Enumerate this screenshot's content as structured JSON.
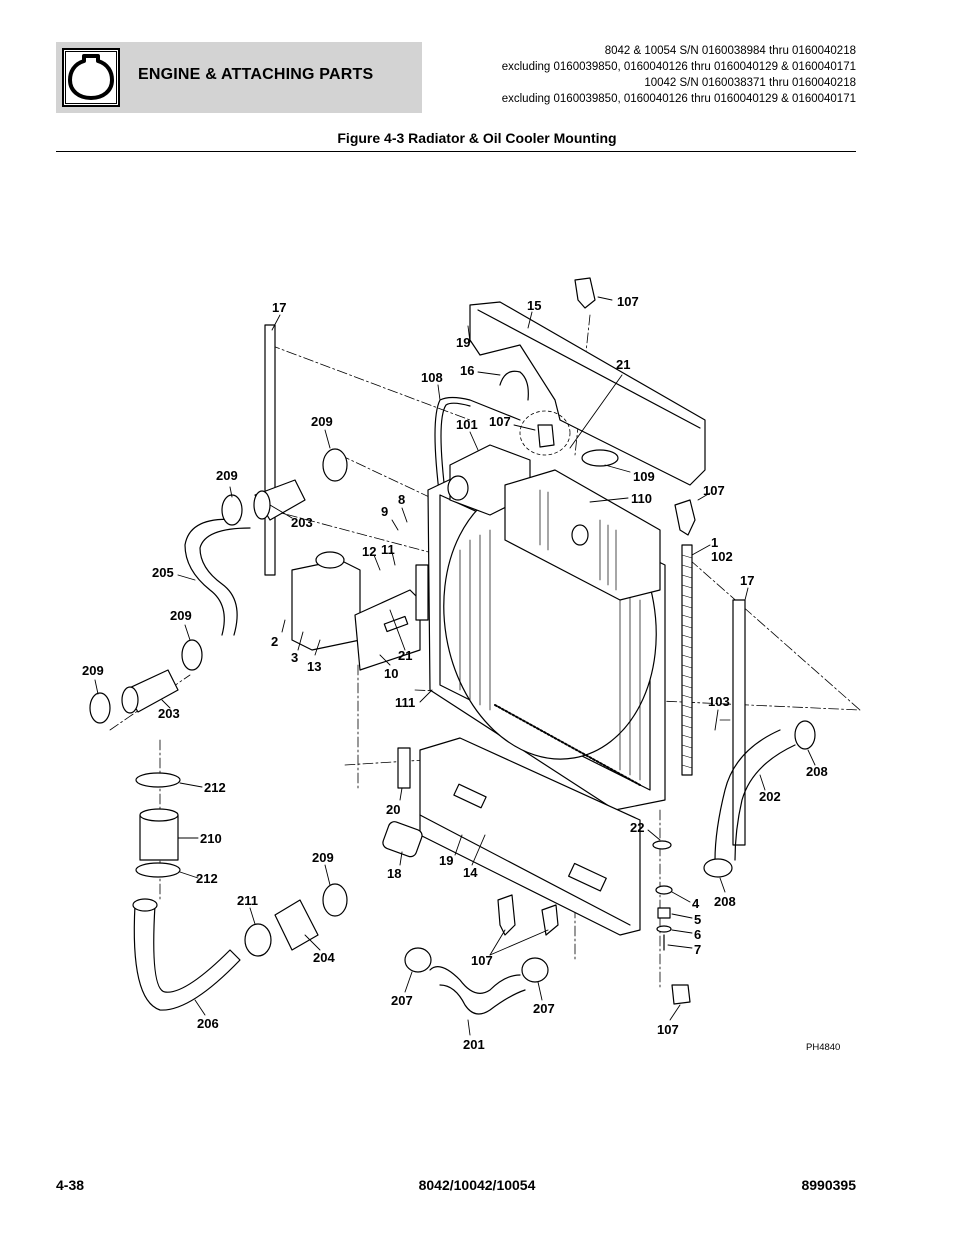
{
  "header": {
    "section_title": "ENGINE & ATTACHING PARTS",
    "icon": "engine-icon",
    "applicability": [
      "8042 & 10054 S/N 0160038984 thru 0160040218",
      "excluding 0160039850, 0160040126 thru 0160040129 & 0160040171",
      "10042 S/N 0160038371 thru 0160040218",
      "excluding 0160039850, 0160040126 thru 0160040129 & 0160040171"
    ]
  },
  "figure": {
    "title": "Figure 4-3 Radiator & Oil Cooler Mounting",
    "image_code": "PH4840",
    "callouts": [
      "17",
      "15",
      "107",
      "19",
      "16",
      "108",
      "21",
      "101",
      "107",
      "109",
      "209",
      "8",
      "110",
      "107",
      "209",
      "9",
      "1",
      "102",
      "12",
      "11",
      "17",
      "203",
      "205",
      "209",
      "2",
      "3",
      "13",
      "21",
      "10",
      "209",
      "111",
      "103",
      "203",
      "208",
      "212",
      "20",
      "202",
      "210",
      "22",
      "209",
      "19",
      "14",
      "18",
      "4",
      "212",
      "211",
      "208",
      "5",
      "6",
      "7",
      "107",
      "204",
      "207",
      "207",
      "201",
      "206",
      "107"
    ]
  },
  "footer": {
    "page_number": "4-38",
    "models": "8042/10042/10054",
    "manual_number": "8990395"
  }
}
